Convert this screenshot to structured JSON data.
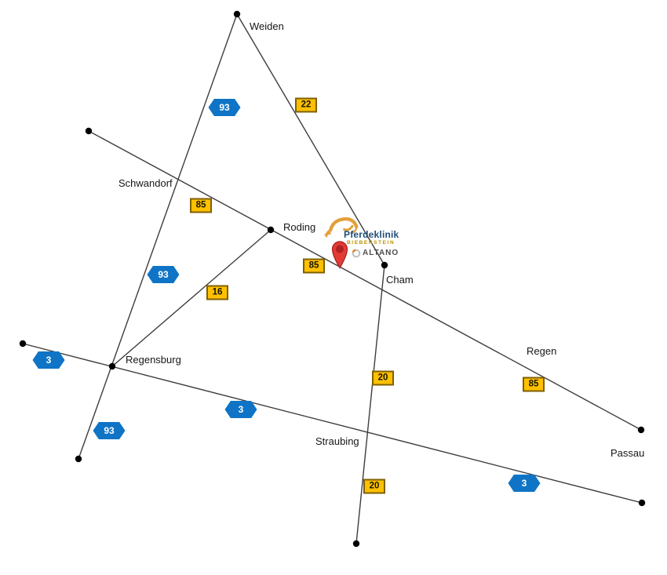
{
  "map": {
    "description": "Schematic road map of eastern Bavaria showing the location of Pferdeklinik Bieberstein near Roding/Cham",
    "cities": [
      {
        "name": "Weiden"
      },
      {
        "name": "Schwandorf"
      },
      {
        "name": "Roding"
      },
      {
        "name": "Cham"
      },
      {
        "name": "Regensburg"
      },
      {
        "name": "Regen"
      },
      {
        "name": "Straubing"
      },
      {
        "name": "Passau"
      }
    ],
    "autobahn_signs": [
      {
        "number": "93"
      },
      {
        "number": "93"
      },
      {
        "number": "3"
      },
      {
        "number": "93"
      },
      {
        "number": "3"
      },
      {
        "number": "3"
      }
    ],
    "road_signs": [
      {
        "number": "22"
      },
      {
        "number": "85"
      },
      {
        "number": "85"
      },
      {
        "number": "16"
      },
      {
        "number": "20"
      },
      {
        "number": "85"
      },
      {
        "number": "20"
      }
    ],
    "roads": [
      {
        "id": "A93",
        "kind": "autobahn",
        "route": "Weiden - Schwandorf - Regensburg"
      },
      {
        "id": "B22",
        "kind": "bundesstrasse",
        "route": "Weiden - Cham"
      },
      {
        "id": "B85",
        "kind": "bundesstrasse",
        "route": "Schwandorf - Roding - Cham - Regen - Passau"
      },
      {
        "id": "B16",
        "kind": "bundesstrasse",
        "route": "Roding - Regensburg"
      },
      {
        "id": "A3",
        "kind": "autobahn",
        "route": "Regensburg - Straubing - Passau"
      },
      {
        "id": "B20",
        "kind": "bundesstrasse",
        "route": "Cham - Straubing"
      }
    ],
    "clinic": {
      "name": "Pferdeklinik",
      "subtitle": "BIEBERSTEIN",
      "group": "ALTANO"
    },
    "colors": {
      "autobahn_blue": "#0f74c6",
      "road_sign_yellow": "#ffc000",
      "road_sign_border": "#7f6000",
      "line": "#3d3d3d",
      "dot": "#000000",
      "clinic_blue": "#1f4e79",
      "clinic_gold": "#bf9000",
      "horse_gold": "#e2a039",
      "pin_red": "#e23b35",
      "altano_gray": "#4d4d4d"
    }
  }
}
